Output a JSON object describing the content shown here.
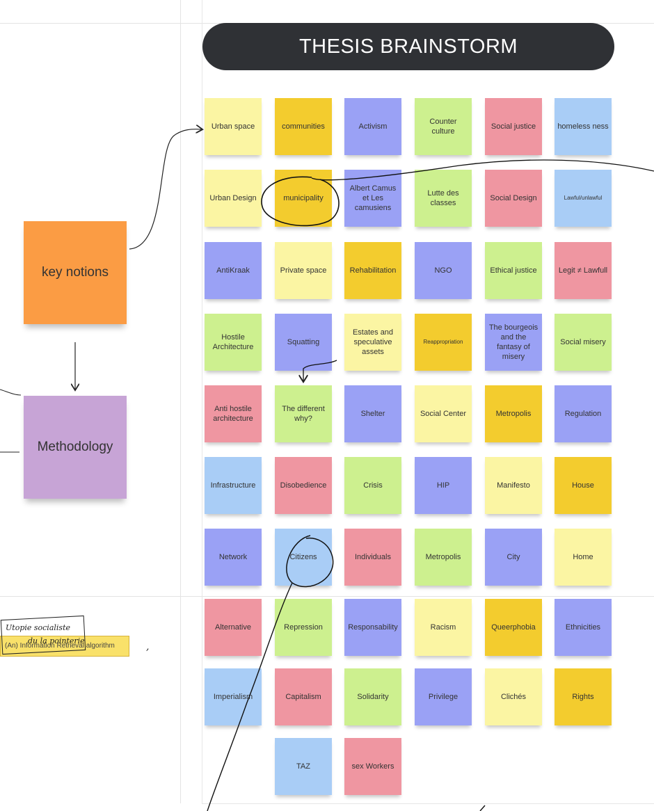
{
  "title": "THESIS BRAINSTORM",
  "colors": {
    "yellow_light": "#fbf5a3",
    "yellow": "#f3cc2e",
    "violet": "#9aa1f5",
    "green": "#cdf08f",
    "pink": "#ef96a1",
    "blue": "#a9cdf6",
    "orange": "#fb9c44",
    "purple": "#c7a4d6"
  },
  "big_notes": {
    "key_notions": "key notions",
    "methodology": "Methodology"
  },
  "side": {
    "tag_text": "(An) Information Retrieval algorithm",
    "handwriting_line1": "Utopie socialiste",
    "handwriting_line2": "du la pointerie",
    "comma": ","
  },
  "notes": [
    [
      "Urban space",
      "communities",
      "Activism",
      "Counter culture",
      "Social justice",
      "homeless ness"
    ],
    [
      "Urban Design",
      "municipality",
      "Albert Camus et Les camusiens",
      "Lutte des classes",
      "Social Design",
      "Lawful/unlawful"
    ],
    [
      "AntiKraak",
      "Private space",
      "Rehabilitation",
      "NGO",
      "Ethical justice",
      "Legit ≠ Lawfull"
    ],
    [
      "Hostile Architecture",
      "Squatting",
      "Estates and speculative assets",
      "Reappropriation",
      "The bourgeois and the fantasy of misery",
      "Social misery"
    ],
    [
      "Anti hostile architecture",
      "The different why?",
      "Shelter",
      "Social Center",
      "Metropolis",
      "Regulation"
    ],
    [
      "Infrastructure",
      "Disobedience",
      "Crisis",
      "HIP",
      "Manifesto",
      "House"
    ],
    [
      "Network",
      "Citizens",
      "Individuals",
      "Metropolis",
      "City",
      "Home"
    ],
    [
      "Alternative",
      "Repression",
      "Responsability",
      "Racism",
      "Queerphobia",
      "Ethnicities"
    ],
    [
      "Imperialism",
      "Capitalism",
      "Solidarity",
      "Privilege",
      "Clichés",
      "Rights"
    ],
    [
      "",
      "TAZ",
      "sex Workers",
      "",
      "",
      ""
    ]
  ],
  "note_colors": [
    [
      "yellow_light",
      "yellow",
      "violet",
      "green",
      "pink",
      "blue"
    ],
    [
      "yellow_light",
      "yellow",
      "violet",
      "green",
      "pink",
      "blue"
    ],
    [
      "violet",
      "yellow_light",
      "yellow",
      "violet",
      "green",
      "pink"
    ],
    [
      "green",
      "violet",
      "yellow_light",
      "yellow",
      "violet",
      "green"
    ],
    [
      "pink",
      "green",
      "violet",
      "yellow_light",
      "yellow",
      "violet"
    ],
    [
      "blue",
      "pink",
      "green",
      "violet",
      "yellow_light",
      "yellow"
    ],
    [
      "violet",
      "blue",
      "pink",
      "green",
      "violet",
      "yellow_light"
    ],
    [
      "pink",
      "green",
      "violet",
      "yellow_light",
      "yellow",
      "violet"
    ],
    [
      "blue",
      "pink",
      "green",
      "violet",
      "yellow_light",
      "yellow"
    ],
    [
      "",
      "blue",
      "pink",
      "",
      "",
      ""
    ]
  ]
}
